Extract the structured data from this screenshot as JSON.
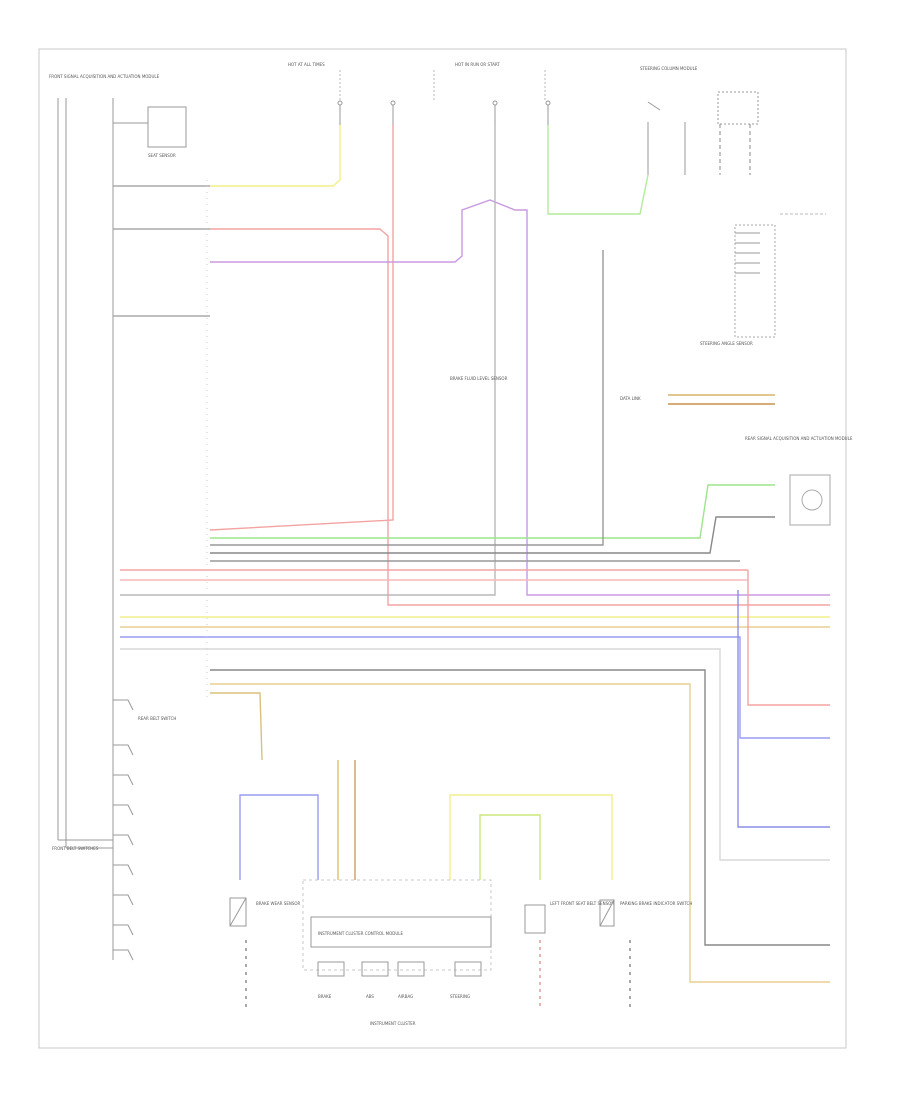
{
  "diagram": {
    "footer_code": "",
    "labels": {
      "front_sam": "FRONT SIGNAL ACQUISITION AND ACTUATION MODULE",
      "seat_sensor": "SEAT SENSOR",
      "hot_at_all_times": "HOT AT ALL TIMES",
      "hot_in_run_start": "HOT IN RUN OR START",
      "steering_column_module": "STEERING COLUMN MODULE",
      "steering_angle_sensor": "STEERING ANGLE SENSOR",
      "brake_fluid_level_sensor": "BRAKE FLUID LEVEL SENSOR",
      "instrument_cluster_control_module": "INSTRUMENT CLUSTER CONTROL MODULE",
      "instrument_cluster": "INSTRUMENT CLUSTER",
      "rear_sam": "REAR SIGNAL ACQUISITION AND ACTUATION MODULE",
      "left_front_seat_belt_sensor": "LEFT FRONT SEAT BELT SENSOR",
      "parking_brake_indicator_switch": "PARKING BRAKE INDICATOR SWITCH",
      "brake_wear_sensor": "BRAKE WEAR SENSOR",
      "data_link": "DATA LINK",
      "rear_belt_switch": "REAR BELT SWITCH",
      "front_belt_switches": "FRONT BELT SWITCHES"
    },
    "legend": {
      "gauges": [
        "BRAKE",
        "ABS",
        "AIRBAG",
        "STEERING"
      ]
    }
  }
}
